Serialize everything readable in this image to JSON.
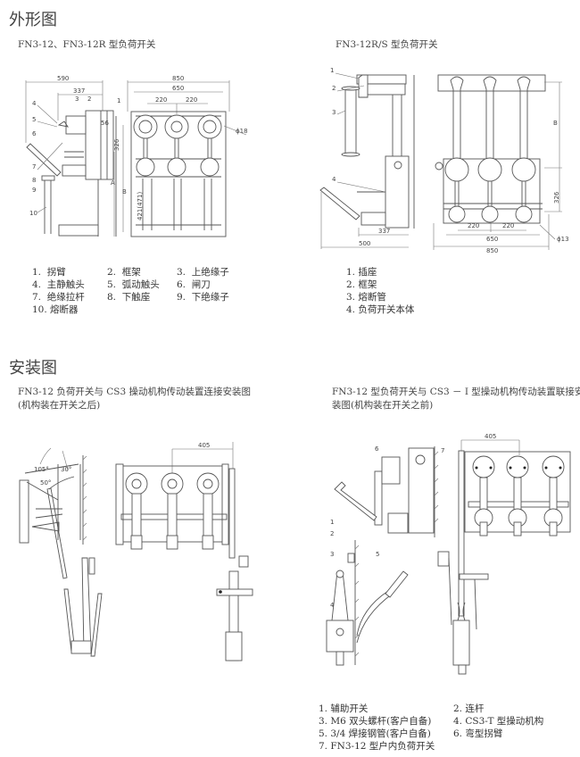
{
  "outline": {
    "heading": "外形图",
    "left": {
      "title": "FN3-12、FN3-12R 型负荷开关",
      "dims": {
        "d590": "590",
        "d337": "337",
        "d850": "850",
        "d650": "650",
        "d220a": "220",
        "d220b": "220",
        "d326": "326",
        "d421": "421(471)",
        "dA": "A",
        "dB": "B",
        "phi": "ϕ18",
        "d56": "56"
      },
      "callouts": [
        "1",
        "2",
        "3",
        "4",
        "5",
        "6",
        "7",
        "8",
        "9",
        "10"
      ],
      "legend": [
        [
          "1.",
          "拐臂"
        ],
        [
          "2.",
          "框架"
        ],
        [
          "3.",
          "上绝缘子"
        ],
        [
          "4.",
          "主静触头"
        ],
        [
          "5.",
          "弧动触头"
        ],
        [
          "6.",
          "闸刀"
        ],
        [
          "7.",
          "绝缘拉杆"
        ],
        [
          "8.",
          "下触座"
        ],
        [
          "9.",
          "下绝缘子"
        ],
        [
          "10.",
          "熔断器"
        ]
      ]
    },
    "right": {
      "title": "FN3-12R/S 型负荷开关",
      "dims": {
        "d337": "337",
        "d500": "500",
        "d220a": "220",
        "d220b": "220",
        "d650": "650",
        "d850": "850",
        "dB": "B",
        "d326": "326",
        "phi": "ϕ13"
      },
      "callouts": [
        "1",
        "2",
        "3",
        "4"
      ],
      "legend": [
        [
          "1.",
          "插座"
        ],
        [
          "2.",
          "框架"
        ],
        [
          "3.",
          "熔断管"
        ],
        [
          "4.",
          "负荷开关本体"
        ]
      ]
    }
  },
  "install": {
    "heading": "安装图",
    "left": {
      "title_line1": "FN3-12 负荷开关与 CS3 操动机构传动装置连接安装图",
      "title_line2": "(机构装在开关之后)",
      "dims": {
        "d405": "405",
        "a105": "105°",
        "a30": "30°",
        "a50": "50°"
      }
    },
    "right": {
      "title_line1": "FN3-12 型负荷开关与 CS3 － I 型操动机构传动装置联接安",
      "title_line2": "装图(机构装在开关之前)",
      "dims": {
        "d405": "405"
      },
      "callouts": [
        "1",
        "2",
        "3",
        "4",
        "5",
        "6",
        "7"
      ],
      "legend": [
        [
          "1.",
          "辅助开关"
        ],
        [
          "2.",
          "连杆"
        ],
        [
          "3.",
          "M6 双头螺杆(客户自备)"
        ],
        [
          "4.",
          "CS3-T 型操动机构"
        ],
        [
          "5.",
          "3/4 焊接钢管(客户自备)"
        ],
        [
          "6.",
          "弯型拐臂"
        ],
        [
          "7.",
          "FN3-12 型户内负荷开关"
        ]
      ]
    }
  }
}
